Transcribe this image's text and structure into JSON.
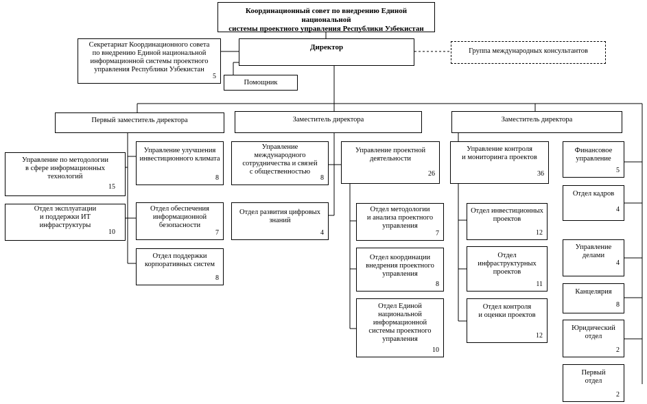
{
  "council": "Координационный совет по внедрению Единой национальной\nсистемы проектного управления Республики Узбекистан",
  "secretariat": {
    "text": "Секретариат Координационного совета\nпо внедрению Единой национальной\nинформационной системы проектного\nуправления Республики Узбекистан",
    "num": "5"
  },
  "director": "Директор",
  "consultants": "Группа международных консультантов",
  "assistant": "Помощник",
  "first_deputy": "Первый заместитель директора",
  "deputy2": "Заместитель директора",
  "deputy3": "Заместитель директора",
  "units": {
    "method_it": {
      "text": "Управление по методологии\nв сфере информационных\nтехнологий",
      "num": "15"
    },
    "it_infra": {
      "text": "Отдел эксплуатации\nи поддержки ИТ\nинфраструктуры",
      "num": "10"
    },
    "invest_climate": {
      "text": "Управление улучшения\nинвестиционного климата",
      "num": "8"
    },
    "info_security": {
      "text": "Отдел обеспечения\nинформационной\nбезопасности",
      "num": "7"
    },
    "corp_systems": {
      "text": "Отдел поддержки\nкорпоративных систем",
      "num": "8"
    },
    "intl_coop": {
      "text": "Управление\nмеждународного\nсотрудничества и связей\nс общественностью",
      "num": "8"
    },
    "digital": {
      "text": "Отдел развития цифровых\nзнаний",
      "num": "4"
    },
    "project_mgmt": {
      "text": "Управление проектной\nдеятельности",
      "num": "26"
    },
    "pm_method": {
      "text": "Отдел методологии\nи анализа проектного\nуправления",
      "num": "7"
    },
    "pm_coord": {
      "text": "Отдел координации\nвнедрения проектного\nуправления",
      "num": "8"
    },
    "pm_system": {
      "text": "Отдел Единой\nнациональной\nинформационной\nсистемы проектного\nуправления",
      "num": "10"
    },
    "control": {
      "text": "Управление контроля\nи мониторинга проектов",
      "num": "36"
    },
    "invest_proj": {
      "text": "Отдел инвестиционных\nпроектов",
      "num": "12"
    },
    "infra_proj": {
      "text": "Отдел\nинфраструктурных\nпроектов",
      "num": "11"
    },
    "eval_proj": {
      "text": "Отдел контроля\nи оценки проектов",
      "num": "12"
    },
    "finance": {
      "text": "Финансовое\nуправление",
      "num": "5"
    },
    "hr": {
      "text": "Отдел кадров",
      "num": "4"
    },
    "admin": {
      "text": "Управление\nделами",
      "num": "4"
    },
    "chancery": {
      "text": "Канцелярия",
      "num": "8"
    },
    "legal": {
      "text": "Юридический\nотдел",
      "num": "2"
    },
    "first_dept": {
      "text": "Первый\nотдел",
      "num": "2"
    }
  }
}
